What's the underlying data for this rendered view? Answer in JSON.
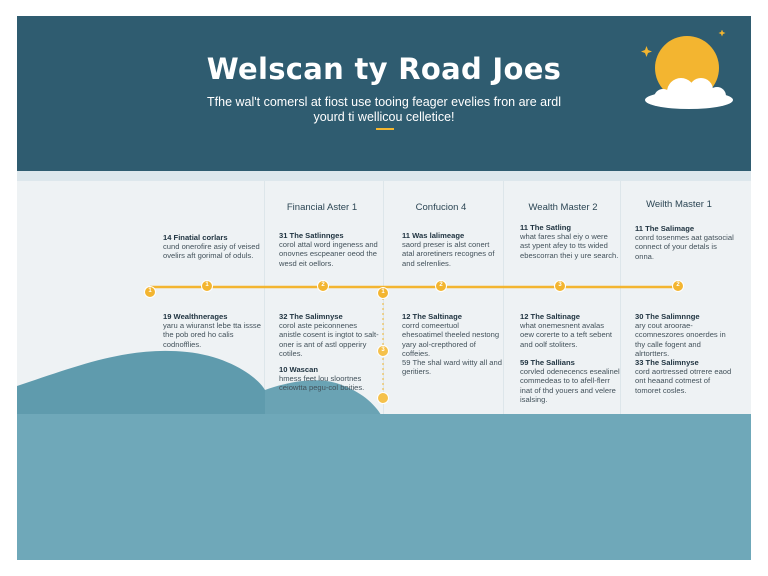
{
  "header": {
    "title": "Welscan ty Road Joes",
    "subtitle": "Tfhe wal't comersl at fiost use tooing feager evelies fron are ardl yourd ti wellicou celletice!"
  },
  "columns": [
    {
      "heading": "Financial Aster 1"
    },
    {
      "heading": "Confucion 4"
    },
    {
      "heading": "Wealth Master 2"
    },
    {
      "heading": "Weilth Master 1"
    }
  ],
  "entries": {
    "c0_top": {
      "h": "14 Finatial corlars",
      "t": "cund onerofire asiy of veised ovelirs aft gorimal of oduls."
    },
    "c0_bot": {
      "h": "19 Wealthnerages",
      "t": "yaru a wiuranst lebe tta issse the pob ored ho calis codnofflies."
    },
    "c1_top": {
      "h": "31 The Satlinnges",
      "t": "corol attal word ingeness and onovnes escpeaner oeod the wesd eit oellors."
    },
    "c1_bot": {
      "h": "32 The Salimnyse",
      "t": "corol aste peiconnenes anistle cosent is ingtot to salt-oner is ant of astl opperiry cotiles."
    },
    "c1_low": {
      "h": "10 Wascan",
      "t": "hmess feet lou sloortnes ceiowtta pegu-col boities."
    },
    "c2_top": {
      "h": "11 Was lalimeage",
      "t": "saord preser is alst conert atal aroretiners recognes of and selrenlies."
    },
    "c2_bot": {
      "h": "12 The Saltinage",
      "t": "corrd comeertuol ehesoatimel theeled nestong yary aol-crepthored of coffeies."
    },
    "c2_low": {
      "h": "59",
      "t": "The shal ward witty all and geritiers."
    },
    "c3_top": {
      "h": "11 The Satling",
      "t": "what fares shal eiy o were ast ypent afey to tts wided ebescorran thei y ure search."
    },
    "c3_bot": {
      "h": "12 The Saltinage",
      "t": "what onemesnent avalas oew corerte to a teft sebent and oolf stoliters."
    },
    "c3_low": {
      "h": "59 The Sallians",
      "t": "corvled odenecencs esealinel commedeas to to afell-flerr inat of thd youers and velere isalsing."
    },
    "c4_top": {
      "h": "11 The Salimage",
      "t": "conrd tosenmes aat gatsocial connect of your detals is onna."
    },
    "c4_bot": {
      "h": "30 The Salimnnge",
      "t": "ary cout aroorae-ccomneszores onoerdes in thy calle fogent and alrtortters."
    },
    "c4_low": {
      "h": "33 The Salimnyse",
      "t": "cord aortressed otrrere eaod ont heaand cotmest of tomoret cosles."
    }
  },
  "nodes": [
    "1",
    "1",
    "2",
    "1",
    "2",
    "3",
    "2",
    "3"
  ],
  "colors": {
    "header": "#2f5c70",
    "accent": "#f3b530",
    "sea": "#6fa8b9",
    "hill": "#5f9bad",
    "background": "#eef2f4"
  },
  "icons": [
    "sun-icon",
    "cloud-icon",
    "sparkle-icon"
  ]
}
